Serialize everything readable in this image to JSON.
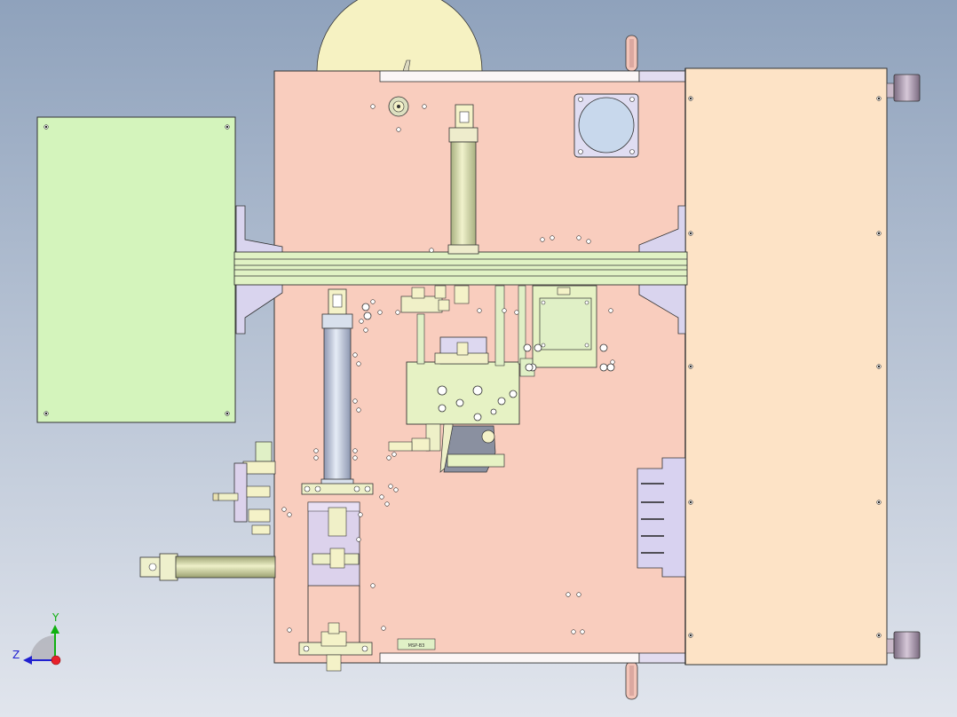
{
  "colors": {
    "bg_top": "#8fa2bc",
    "bg_bottom": "#e0e4ec",
    "base_plate": "#f9cfc0",
    "right_panel": "#fde3c6",
    "green_part": "#d4f0b8",
    "cylinder": "#c8d4e8",
    "yellow_part": "#f4f2c0",
    "lavender": "#dad6f0",
    "axis_x": "#e8202a",
    "axis_y": "#10b010",
    "axis_z": "#2020d0"
  },
  "plate_label": "MSP-B3",
  "axis_triad": {
    "y_label": "Y",
    "z_label": "Z"
  }
}
